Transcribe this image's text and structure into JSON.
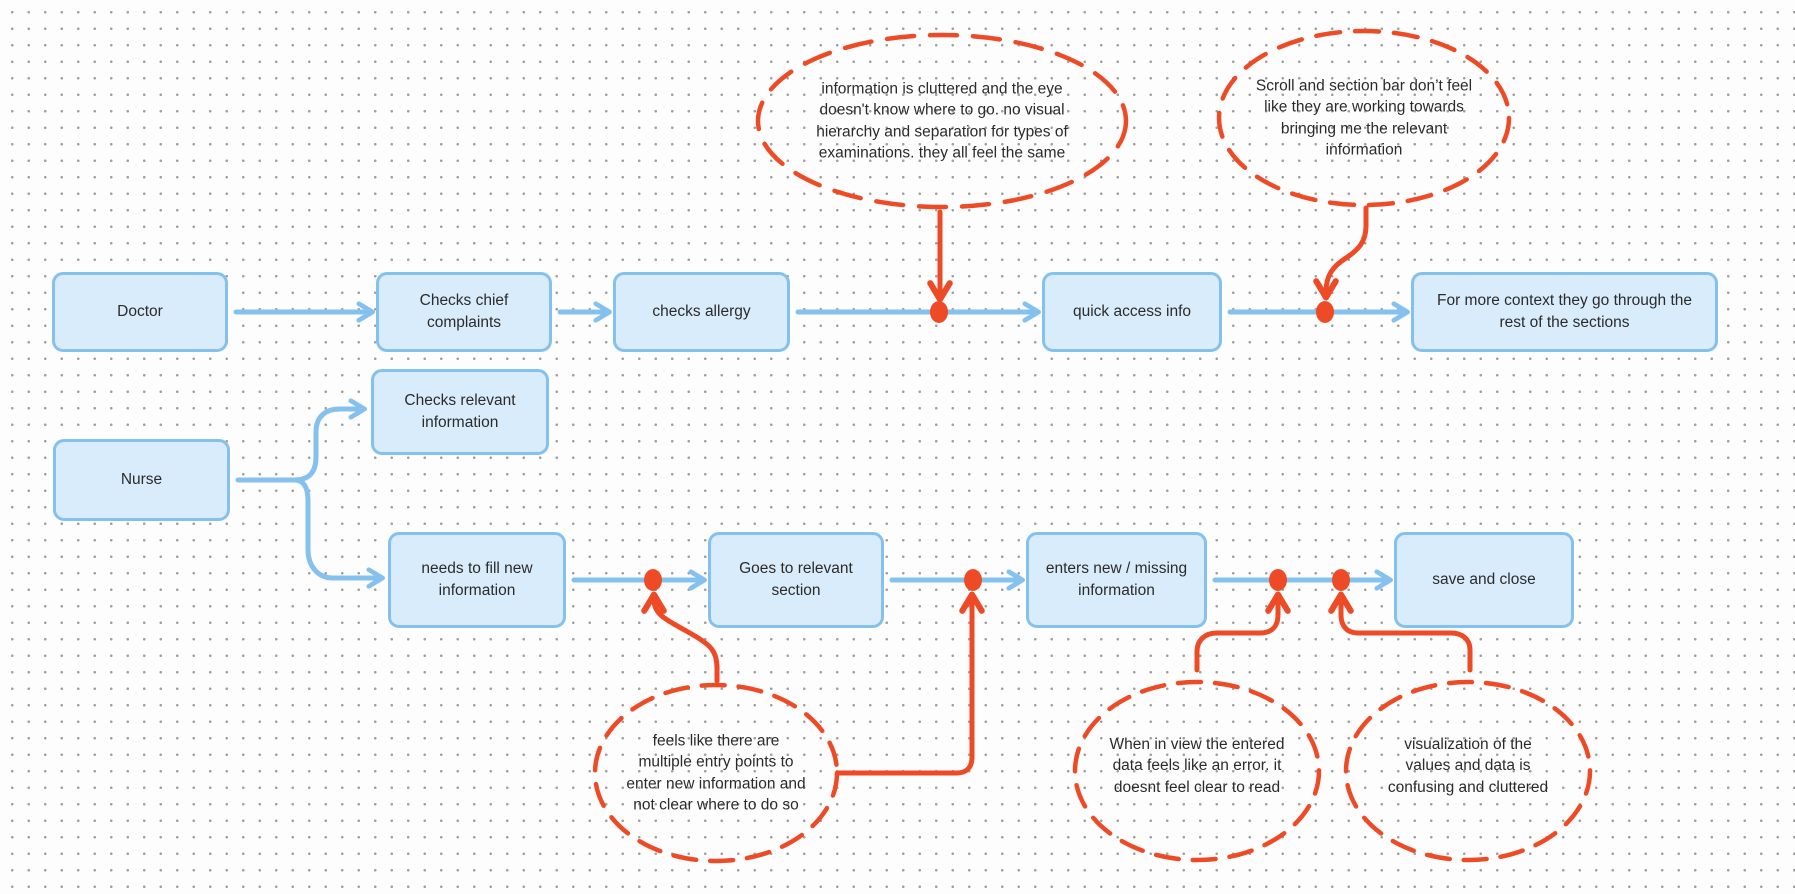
{
  "palette": {
    "node_fill": "#d9ecfb",
    "node_border": "#85c1ef",
    "connector_blue": "#85c1ef",
    "annotation_red": "#ee4a26",
    "text": "#2b2b2b",
    "canvas_bg": "#fdfdfd",
    "grid_dot": "#a0a0a0"
  },
  "nodes": [
    {
      "id": "doctor",
      "label": "Doctor"
    },
    {
      "id": "checks-chief-complaints",
      "label": "Checks chief complaints"
    },
    {
      "id": "checks-allergy",
      "label": "checks allergy"
    },
    {
      "id": "quick-access-info",
      "label": "quick access info"
    },
    {
      "id": "more-context",
      "label": "For more context they go through the rest of the sections"
    },
    {
      "id": "nurse",
      "label": "Nurse"
    },
    {
      "id": "checks-relevant-information",
      "label": "Checks relevant information"
    },
    {
      "id": "needs-to-fill-new-information",
      "label": "needs to fill new information"
    },
    {
      "id": "goes-to-relevant-section",
      "label": "Goes to relevant section"
    },
    {
      "id": "enters-new-missing-information",
      "label": "enters new / missing information"
    },
    {
      "id": "save-and-close",
      "label": "save and close"
    }
  ],
  "annotations": [
    {
      "id": "cluttered-info",
      "text": "information is cluttered and the eye doesn't know where to go. no visual hierarchy and separation for types of examinations. they all feel the same"
    },
    {
      "id": "scroll-section-bar",
      "text": "Scroll and section bar don’t feel like they are working towards bringing me the relevant information"
    },
    {
      "id": "multiple-entry-points",
      "text": "feels like there are multiple entry points to enter new information and not clear where to do so"
    },
    {
      "id": "entered-data-error",
      "text": "When in view the entered data feels like an error. it doesnt feel clear to read"
    },
    {
      "id": "visualization-confusing",
      "text": "visualization of the values and data is confusing and cluttered"
    }
  ]
}
